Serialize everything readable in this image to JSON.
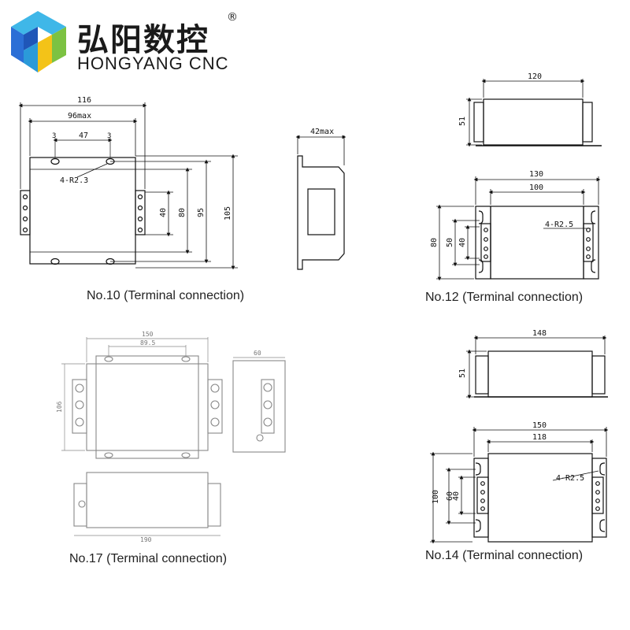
{
  "brand": {
    "name_cn": "弘阳数控",
    "name_en": "HONGYANG CNC",
    "registered": "®",
    "logo_colors": [
      "#2b6fd6",
      "#3fb7e8",
      "#7cc242",
      "#f3c318"
    ]
  },
  "figures": {
    "no10": {
      "caption": "No.10 (Terminal connection)",
      "dims": {
        "w116": "116",
        "w96": "96max",
        "w47": "47",
        "t3a": "3",
        "t3b": "3",
        "hole": "4-R2.3",
        "h40": "40",
        "h80": "80",
        "h95": "95",
        "h105": "105",
        "side": "42max"
      }
    },
    "no12": {
      "caption": "No.12 (Terminal connection)",
      "dims": {
        "w120": "120",
        "h51": "51",
        "w130": "130",
        "w100": "100",
        "hole": "4-R2.5",
        "h80": "80",
        "h50": "50",
        "h40": "40"
      }
    },
    "no17": {
      "caption": "No.17 (Terminal connection)",
      "dims": {
        "w150": "150",
        "w89": "89.5",
        "h106": "106",
        "side60": "60",
        "w190": "190"
      }
    },
    "no14": {
      "caption": "No.14 (Terminal connection)",
      "dims": {
        "w148": "148",
        "h51": "51",
        "w150": "150",
        "w118": "118",
        "hole": "4-R2.5",
        "h100": "100",
        "h60": "60",
        "h40": "40"
      }
    }
  }
}
